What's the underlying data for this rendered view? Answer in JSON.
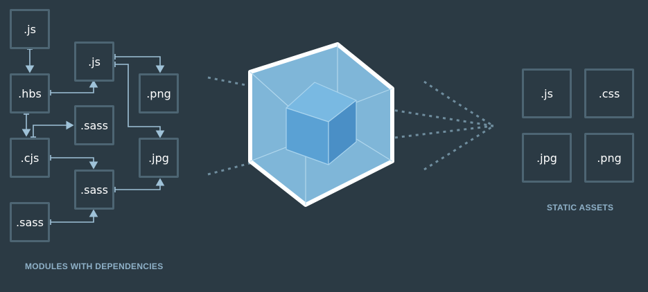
{
  "modules": {
    "caption": "MODULES WITH DEPENDENCIES",
    "items": [
      {
        "label": ".js"
      },
      {
        "label": ".hbs"
      },
      {
        "label": ".cjs"
      },
      {
        "label": ".sass"
      },
      {
        "label": ".js"
      },
      {
        "label": ".sass"
      },
      {
        "label": ".sass"
      },
      {
        "label": ".png"
      },
      {
        "label": ".jpg"
      }
    ]
  },
  "assets": {
    "caption": "STATIC ASSETS",
    "items": [
      {
        "label": ".js"
      },
      {
        "label": ".css"
      },
      {
        "label": ".jpg"
      },
      {
        "label": ".png"
      }
    ]
  },
  "colors": {
    "background": "#2b3a44",
    "box_border": "#4d6573",
    "arrow": "#9fc2d8",
    "cube_outer": "#8ec8e8",
    "cube_inner": "#5aa5d8",
    "caption": "#8fb1c8"
  }
}
